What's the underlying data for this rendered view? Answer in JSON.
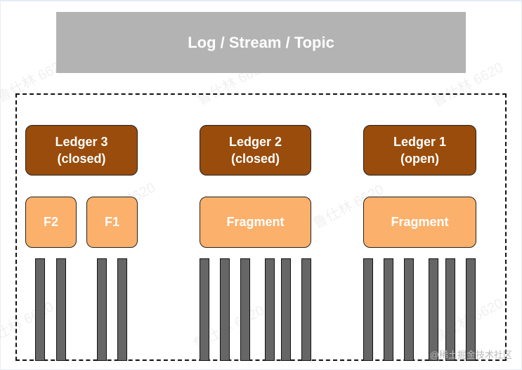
{
  "header": {
    "title": "Log / Stream / Topic"
  },
  "ledgers": [
    {
      "line1": "Ledger 3",
      "line2": "(closed)"
    },
    {
      "line1": "Ledger 2",
      "line2": "(closed)"
    },
    {
      "line1": "Ledger 1",
      "line2": "(open)"
    }
  ],
  "fragments": [
    {
      "label": "F2"
    },
    {
      "label": "F1"
    },
    {
      "label": "Fragment"
    },
    {
      "label": "Fragment"
    }
  ],
  "watermark": {
    "text": "鲁仕林 6620"
  },
  "credit": {
    "text": "@稀土掘金技术社区"
  },
  "colors": {
    "header_bg": "#b3b3b3",
    "ledger_bg": "#994c0b",
    "fragment_bg": "#fbb06b",
    "bar_fill": "#666666"
  }
}
